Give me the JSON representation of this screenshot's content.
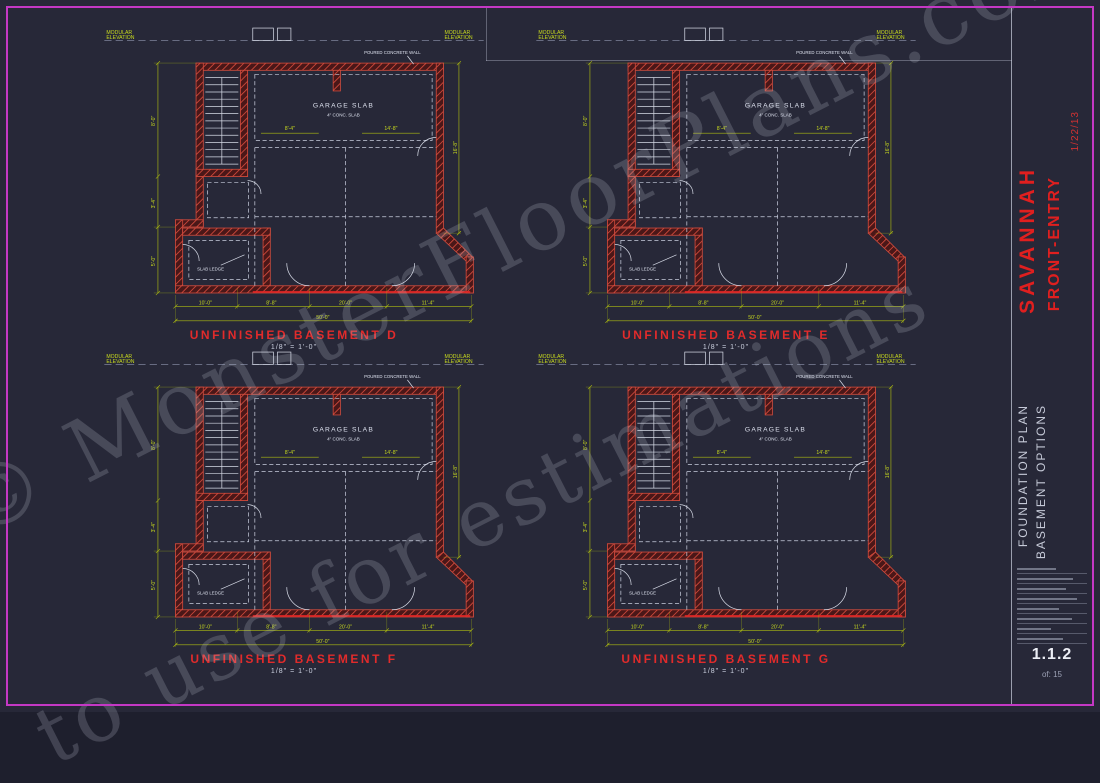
{
  "sheet": {
    "background": "#272838",
    "border_color": "#c438c4",
    "dim_color": "#c9db1e",
    "wall_color": "#cf4a3c",
    "accent_red": "#e02525"
  },
  "watermark": {
    "line1": "© MonsterFloorPlans.com",
    "line2": "to use for estimations"
  },
  "plan_labels": {
    "garage_slab": "GARAGE SLAB",
    "conc_slab": "4\" CONC. SLAB",
    "slab_ledge": "SLAB LEDGE",
    "poured_wall": "POURED CONCRETE WALL",
    "corner_note_1": "MODULAR",
    "corner_note_2": "ELEVATION"
  },
  "dims": {
    "g1": "8'-4\"",
    "g2": "14'-8\"",
    "b1": "10'-0\"",
    "b2": "8'-8\"",
    "b3": "20'-0\"",
    "b4": "11'-4\"",
    "total_w": "50'-0\"",
    "l1": "8'-0\"",
    "l2": "3'-4\"",
    "l3": "5'-0\"",
    "r1": "16'-8\""
  },
  "plans": [
    {
      "title": "UNFINISHED BASEMENT D",
      "scale": "1/8\" = 1'-0\""
    },
    {
      "title": "UNFINISHED BASEMENT E",
      "scale": "1/8\" = 1'-0\""
    },
    {
      "title": "UNFINISHED BASEMENT F",
      "scale": "1/8\" = 1'-0\""
    },
    {
      "title": "UNFINISHED BASEMENT G",
      "scale": "1/8\" = 1'-0\""
    }
  ],
  "titleblock": {
    "model": "SAVANNAH",
    "entry": "FRONT-ENTRY",
    "date": "1/22/13",
    "sheet_title_line1": "FOUNDATION PLAN",
    "sheet_title_line2": "BASEMENT OPTIONS",
    "sheet_number": "1.1.2",
    "sheet_count": "of: 15"
  }
}
